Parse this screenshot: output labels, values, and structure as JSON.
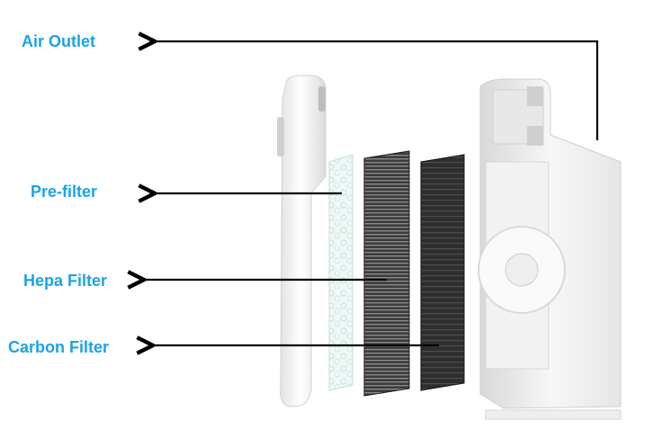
{
  "labels": {
    "air_outlet": "Air Outlet",
    "pre_filter": "Pre-filter",
    "hepa_filter": "Hepa Filter",
    "carbon_filter": "Carbon Filter"
  },
  "colors": {
    "label_text": "#1aa3e8",
    "arrow": "#000000",
    "hepa_filter": "#3b3b3b",
    "carbon_filter": "#2e2e2e",
    "prefilter_tint": "#dff1ee",
    "housing": "#f5f5f5"
  }
}
